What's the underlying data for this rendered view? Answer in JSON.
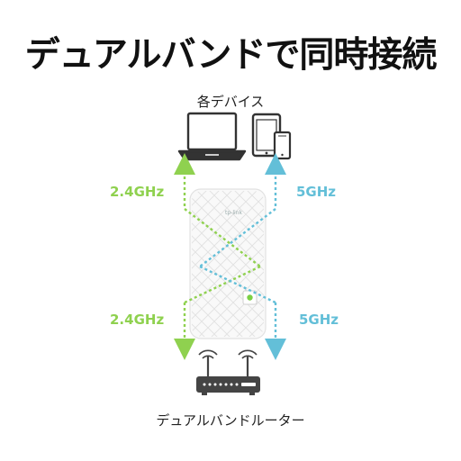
{
  "title": "デュアルバンドで同時接続",
  "devices_label": "各デバイス",
  "router_label": "デュアルバンドルーター",
  "bands": {
    "top_left": "2.4GHz",
    "bottom_left": "2.4GHz",
    "top_right": "5GHz",
    "bottom_right": "5GHz"
  },
  "device_brand": "tp-link",
  "colors": {
    "band_24ghz": "#8fd14f",
    "band_5ghz": "#63bfd8"
  },
  "icons": [
    "laptop-icon",
    "tablet-icon",
    "smartphone-icon",
    "router-icon",
    "range-extender-device"
  ]
}
